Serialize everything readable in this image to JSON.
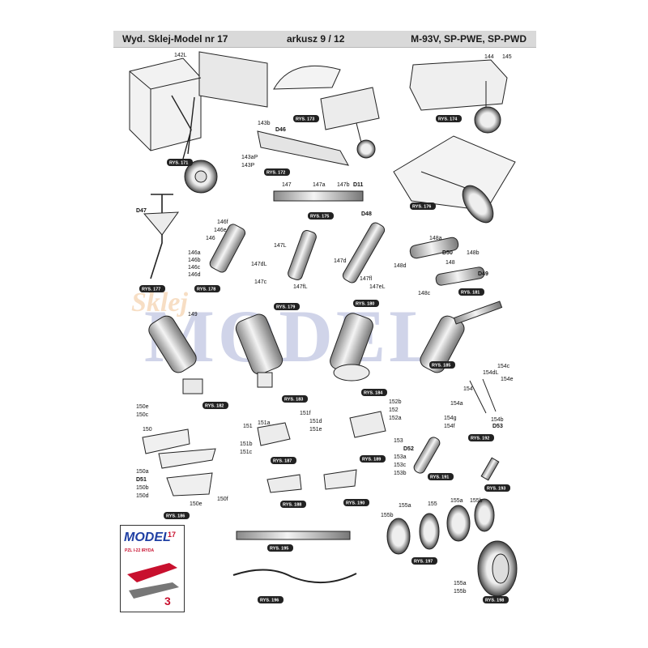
{
  "header": {
    "publisher": "Wyd. Sklej-Model nr 17",
    "sheet": "arkusz 9 / 12",
    "models": "M-93V, SP-PWE, SP-PWD"
  },
  "watermark": {
    "text": "MODEL",
    "small": "Sklej"
  },
  "cover": {
    "title": "MODEL",
    "number": "17",
    "subtitle": "PZL I-22 IRYDA"
  },
  "figures": [
    {
      "id": "rys171",
      "label": "RYS. 171"
    },
    {
      "id": "rys172",
      "label": "RYS. 172"
    },
    {
      "id": "rys173",
      "label": "RYS. 173"
    },
    {
      "id": "rys174",
      "label": "RYS. 174"
    },
    {
      "id": "rys175",
      "label": "RYS. 175"
    },
    {
      "id": "rys176",
      "label": "RYS. 176"
    },
    {
      "id": "rys177",
      "label": "RYS. 177"
    },
    {
      "id": "rys178",
      "label": "RYS. 178"
    },
    {
      "id": "rys179",
      "label": "RYS. 179"
    },
    {
      "id": "rys180",
      "label": "RYS. 180"
    },
    {
      "id": "rys181",
      "label": "RYS. 181"
    },
    {
      "id": "rys182",
      "label": "RYS. 182"
    },
    {
      "id": "rys183",
      "label": "RYS. 183"
    },
    {
      "id": "rys184",
      "label": "RYS. 184"
    },
    {
      "id": "rys185",
      "label": "RYS. 185"
    },
    {
      "id": "rys186",
      "label": "RYS. 186"
    },
    {
      "id": "rys187",
      "label": "RYS. 187"
    },
    {
      "id": "rys188",
      "label": "RYS. 188"
    },
    {
      "id": "rys189",
      "label": "RYS. 189"
    },
    {
      "id": "rys190",
      "label": "RYS. 190"
    },
    {
      "id": "rys191",
      "label": "RYS. 191"
    },
    {
      "id": "rys192",
      "label": "RYS. 192"
    },
    {
      "id": "rys193",
      "label": "RYS. 193"
    },
    {
      "id": "rys195",
      "label": "RYS. 195"
    },
    {
      "id": "rys196",
      "label": "RYS. 196"
    },
    {
      "id": "rys197",
      "label": "RYS. 197"
    },
    {
      "id": "rys198",
      "label": "RYS. 198"
    }
  ],
  "parts": {
    "p142L": "142L",
    "p143b": "143b",
    "pD46": "D46",
    "p143aP": "143aP",
    "p143P": "143P",
    "p144": "144",
    "p145": "145",
    "p147": "147",
    "p147a": "147a",
    "p147b": "147b",
    "pD11": "D11",
    "pD47": "D47",
    "p146f": "146f",
    "p146e": "146e",
    "p146": "146",
    "p146a": "146a",
    "p146b": "146b",
    "p146c": "146c",
    "p146d": "146d",
    "p147L": "147L",
    "p147dL": "147dL",
    "p147c": "147c",
    "p147fL": "147fL",
    "pD48": "D48",
    "p147d": "147d",
    "p147fl": "147fl",
    "p147eL": "147eL",
    "p148a": "148a",
    "pD50": "D50",
    "p148b": "148b",
    "p148": "148",
    "p148d": "148d",
    "pD49": "D49",
    "p148c": "148c",
    "p149": "149",
    "p150e": "150e",
    "p150c": "150c",
    "p150": "150",
    "p150a": "150a",
    "pD51": "D51",
    "p150b": "150b",
    "p150d": "150d",
    "p150f": "150f",
    "p151": "151",
    "p151a": "151a",
    "p151d": "151d",
    "p151e": "151e",
    "p151b": "151b",
    "p151c": "151c",
    "p151f": "151f",
    "p152b": "152b",
    "p152": "152",
    "p152a": "152a",
    "p153": "153",
    "pD52": "D52",
    "p153a": "153a",
    "p153c": "153c",
    "p153b": "153b",
    "p154dL": "154dL",
    "p154c": "154c",
    "p154e": "154e",
    "p154": "154",
    "p154a": "154a",
    "p154b": "154b",
    "p154g": "154g",
    "p154f": "154f",
    "pD53": "D53",
    "p155": "155",
    "p155a": "155a",
    "p155b": "155b"
  }
}
